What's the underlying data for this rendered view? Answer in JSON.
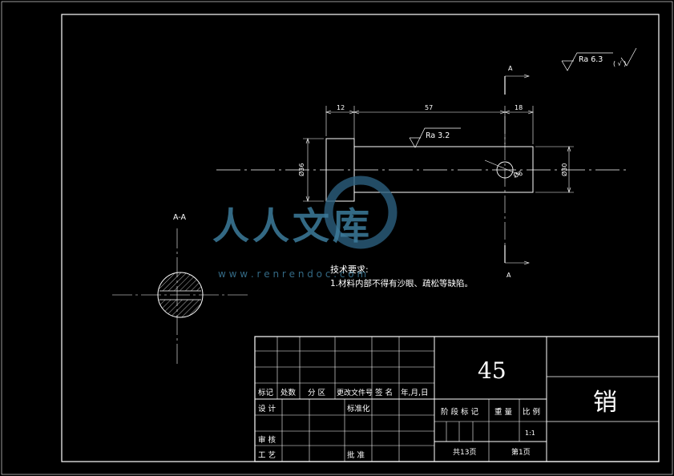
{
  "part_name": "销",
  "material": "45",
  "scale": "1:1",
  "sheet_total": "共13页",
  "sheet_no": "第1页",
  "roughness_general": "Ra 6.3",
  "roughness_general_paren": "( √ )",
  "roughness_surface": "Ra 3.2",
  "section_mark": "A",
  "section_label": "A-A",
  "dimensions": {
    "length_head": "12",
    "length_body": "57",
    "length_end": "18",
    "dia_head": "Ø36",
    "dia_body": "Ø30",
    "hole": "Ø6"
  },
  "tech_requirements": {
    "title": "技术要求:",
    "item1": "1.材料内部不得有沙眼、疏松等缺陷。"
  },
  "title_block": {
    "biaoji": "标记",
    "chushu": "处数",
    "fenqu": "分 区",
    "genggai": "更改文件号",
    "qianming": "签 名",
    "riqi": "年,月,日",
    "sheji": "设 计",
    "biaozhunhua": "标准化",
    "jieduan": "阶 段 标 记",
    "zhongliang": "重 量",
    "bili": "比 例",
    "shenhe": "审 核",
    "gongyi": "工 艺",
    "pizhun": "批 准"
  },
  "watermark": {
    "text": "人人文库",
    "url": "w w w . r e n r e n d o c . c o m"
  }
}
